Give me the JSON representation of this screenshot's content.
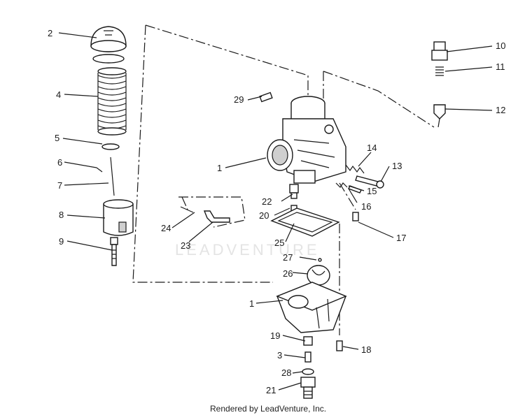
{
  "callouts": {
    "c1a": "1",
    "c1b": "1",
    "c2": "2",
    "c3": "3",
    "c4": "4",
    "c5": "5",
    "c6": "6",
    "c7": "7",
    "c8": "8",
    "c9": "9",
    "c10": "10",
    "c11": "11",
    "c12": "12",
    "c13": "13",
    "c14": "14",
    "c15": "15",
    "c16": "16",
    "c17": "17",
    "c18": "18",
    "c19": "19",
    "c20": "20",
    "c21": "21",
    "c22": "22",
    "c23": "23",
    "c24": "24",
    "c25": "25",
    "c26": "26",
    "c27": "27",
    "c28": "28",
    "c29": "29"
  },
  "watermark": "LEADVENTURE",
  "footer": "Rendered by LeadVenture, Inc."
}
